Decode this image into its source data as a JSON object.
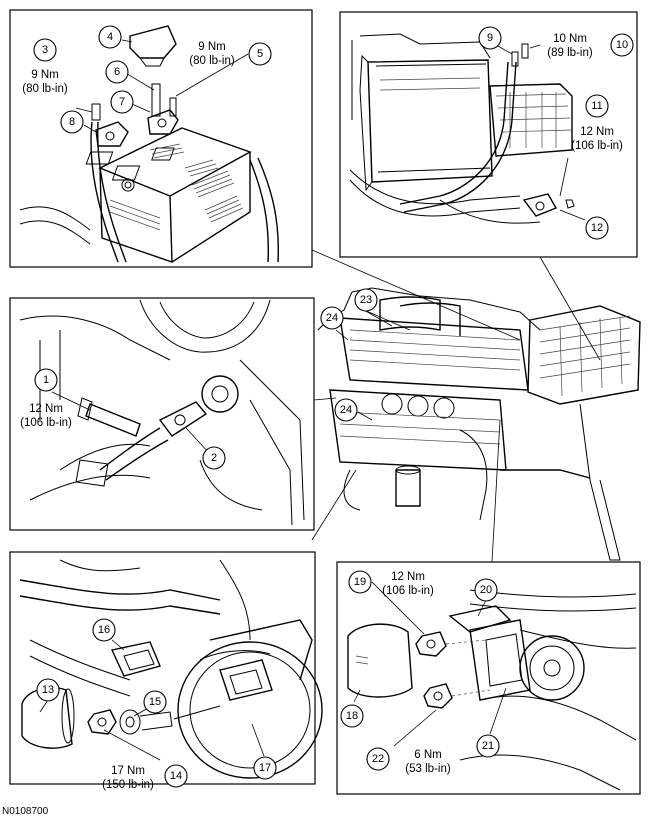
{
  "figure_id": "N0108700",
  "callouts": {
    "c1": "1",
    "c2": "2",
    "c3": "3",
    "c4": "4",
    "c5": "5",
    "c6": "6",
    "c7": "7",
    "c8": "8",
    "c9": "9",
    "c10": "10",
    "c11": "11",
    "c12": "12",
    "c13": "13",
    "c14": "14",
    "c15": "15",
    "c16": "16",
    "c17": "17",
    "c18": "18",
    "c19": "19",
    "c20": "20",
    "c21": "21",
    "c22": "22",
    "c23": "23",
    "c24a": "24",
    "c24b": "24"
  },
  "torques": {
    "t3": [
      "9 Nm",
      "(80 lb-in)"
    ],
    "t5": [
      "9 Nm",
      "(80 lb-in)"
    ],
    "t10": [
      "10 Nm",
      "(89 lb-in)"
    ],
    "t11": [
      "12 Nm",
      "(106 lb-in)"
    ],
    "t1": [
      "12 Nm",
      "(106 lb-in)"
    ],
    "t19": [
      "12 Nm",
      "(106 lb-in)"
    ],
    "t22": [
      "6 Nm",
      "(53 lb-in)"
    ],
    "t14": [
      "17 Nm",
      "(150 lb-in)"
    ]
  }
}
